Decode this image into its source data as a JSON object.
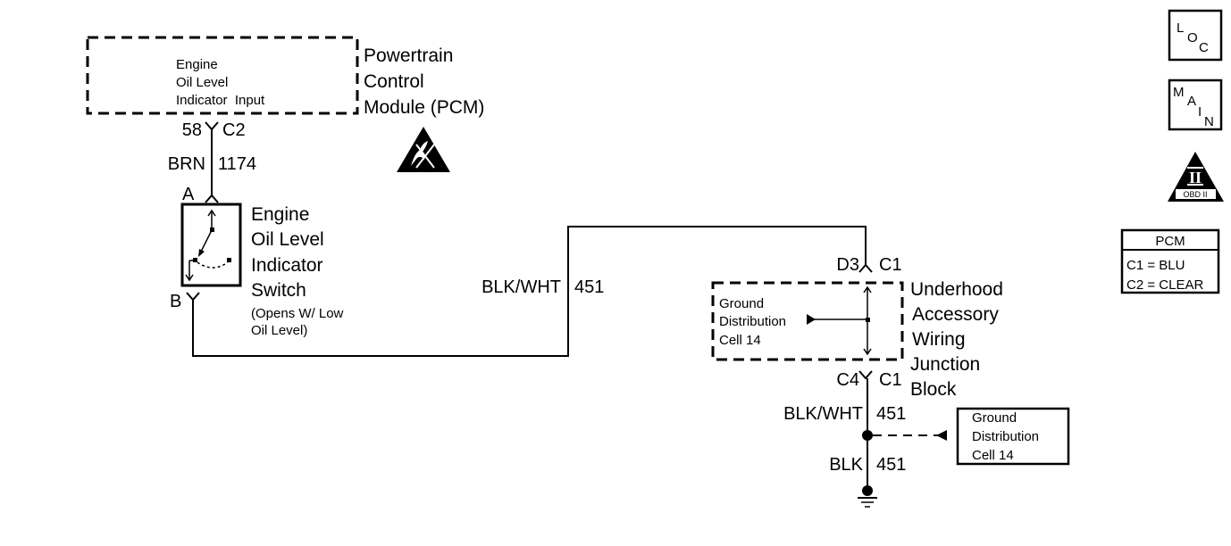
{
  "pcm": {
    "name_lines": [
      "Powertrain",
      "Control",
      "Module (PCM)"
    ],
    "input_lines": [
      "Engine",
      "Oil Level",
      "Indicator  Input"
    ],
    "pin": "58",
    "connector": "C2"
  },
  "wire_top": {
    "color": "BRN",
    "circuit": "1174"
  },
  "switch": {
    "terminal_a": "A",
    "terminal_b": "B",
    "name_lines": [
      "Engine",
      "Oil Level",
      "Indicator",
      "Switch"
    ],
    "note_lines": [
      "(Opens W/ Low",
      "Oil Level)"
    ]
  },
  "wire_mid": {
    "color": "BLK/WHT",
    "circuit": "451"
  },
  "junction_block": {
    "top_pin": "D3",
    "top_connector": "C1",
    "bottom_pin": "C4",
    "bottom_connector": "C1",
    "name_lines": [
      "Underhood",
      "Accessory",
      "Wiring",
      "Junction",
      "Block"
    ],
    "ground_lines": [
      "Ground",
      "Distribution",
      "Cell 14"
    ]
  },
  "wire_lower": {
    "color": "BLK/WHT",
    "circuit": "451"
  },
  "wire_ground": {
    "color": "BLK",
    "circuit": "451"
  },
  "ground_ref": {
    "lines": [
      "Ground",
      "Distribution",
      "Cell 14"
    ]
  },
  "legend": {
    "loc_letters": [
      "L",
      "O",
      "C"
    ],
    "main_letters": [
      "M",
      "A",
      "I",
      "N"
    ],
    "obd_numeral": "II",
    "obd_text": "OBD II",
    "pcm_title": "PCM",
    "pcm_rows": [
      "C1 = BLU",
      "C2 = CLEAR"
    ]
  }
}
